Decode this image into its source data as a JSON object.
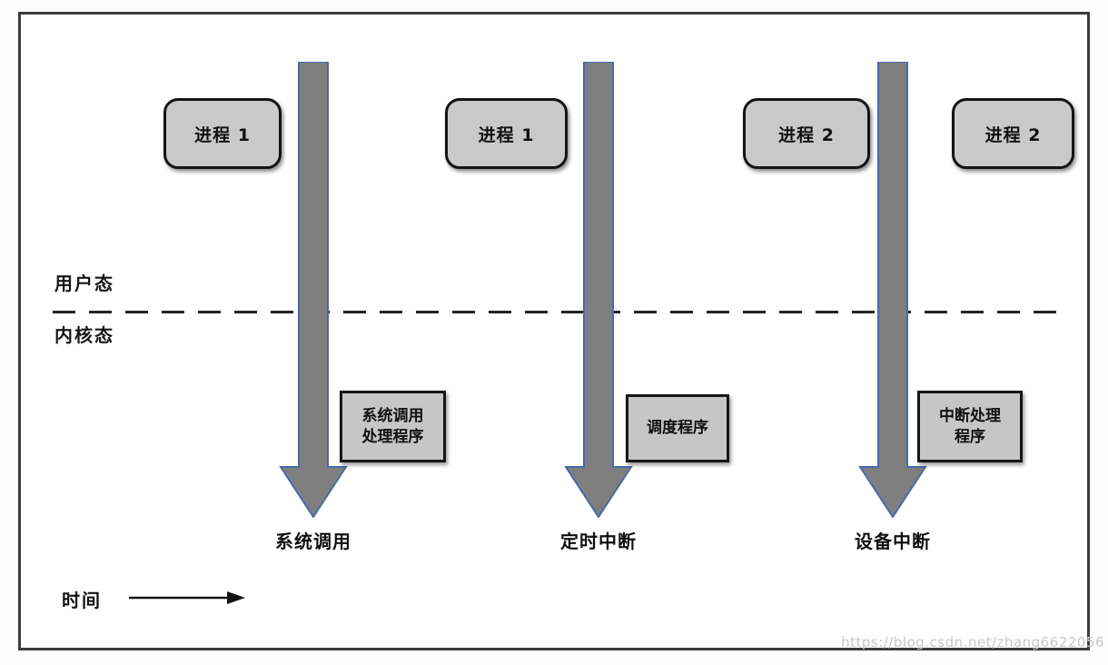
{
  "page": {
    "watermark": "https://blog.csdn.net/zhang6622056"
  },
  "diagram": {
    "process_boxes": [
      {
        "label": "进程 1"
      },
      {
        "label": "进程 1"
      },
      {
        "label": "进程 2"
      },
      {
        "label": "进程 2"
      }
    ],
    "mode": {
      "user_label": "用户态",
      "kernel_label": "内核态"
    },
    "handlers": [
      {
        "text": "系统调用\n处理程序"
      },
      {
        "text": "调度程序"
      },
      {
        "text": "中断处理\n程序"
      }
    ],
    "events": [
      {
        "label": "系统调用"
      },
      {
        "label": "定时中断"
      },
      {
        "label": "设备中断"
      }
    ],
    "time_label": "时间",
    "colors": {
      "arrow_fill": "#7f7f7f",
      "arrow_stroke": "#4a69a8",
      "process_box_fill": "#c9c9c9",
      "handler_box_fill": "#c6c6c6",
      "box_border": "#141414",
      "divider": "#242424",
      "watermark": "#c8c8c8",
      "time_arrow": "#141414"
    }
  }
}
